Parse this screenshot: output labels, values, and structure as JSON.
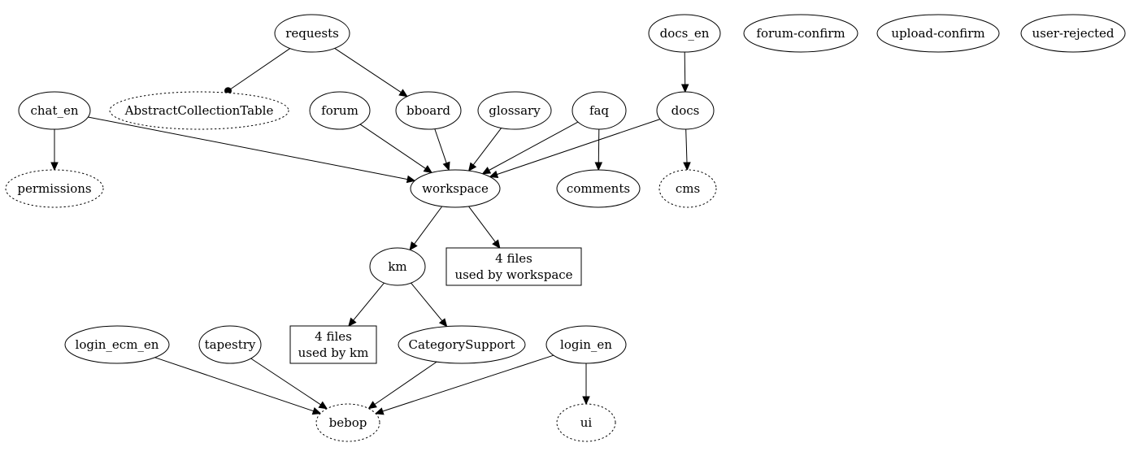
{
  "nodes": [
    {
      "id": "requests",
      "label": [
        "requests"
      ],
      "shape": "ellipse",
      "style": "solid"
    },
    {
      "id": "docs_en",
      "label": [
        "docs_en"
      ],
      "shape": "ellipse",
      "style": "solid"
    },
    {
      "id": "forum-confirm",
      "label": [
        "forum-confirm"
      ],
      "shape": "ellipse",
      "style": "solid"
    },
    {
      "id": "upload-confirm",
      "label": [
        "upload-confirm"
      ],
      "shape": "ellipse",
      "style": "solid"
    },
    {
      "id": "user-rejected",
      "label": [
        "user-rejected"
      ],
      "shape": "ellipse",
      "style": "solid"
    },
    {
      "id": "chat_en",
      "label": [
        "chat_en"
      ],
      "shape": "ellipse",
      "style": "solid"
    },
    {
      "id": "AbstractCollectionTable",
      "label": [
        "AbstractCollectionTable"
      ],
      "shape": "ellipse",
      "style": "dotted"
    },
    {
      "id": "forum",
      "label": [
        "forum"
      ],
      "shape": "ellipse",
      "style": "solid"
    },
    {
      "id": "bboard",
      "label": [
        "bboard"
      ],
      "shape": "ellipse",
      "style": "solid"
    },
    {
      "id": "glossary",
      "label": [
        "glossary"
      ],
      "shape": "ellipse",
      "style": "solid"
    },
    {
      "id": "faq",
      "label": [
        "faq"
      ],
      "shape": "ellipse",
      "style": "solid"
    },
    {
      "id": "docs",
      "label": [
        "docs"
      ],
      "shape": "ellipse",
      "style": "solid"
    },
    {
      "id": "permissions",
      "label": [
        "permissions"
      ],
      "shape": "ellipse",
      "style": "dotted"
    },
    {
      "id": "workspace",
      "label": [
        "workspace"
      ],
      "shape": "ellipse",
      "style": "solid"
    },
    {
      "id": "comments",
      "label": [
        "comments"
      ],
      "shape": "ellipse",
      "style": "solid"
    },
    {
      "id": "cms",
      "label": [
        "cms"
      ],
      "shape": "ellipse",
      "style": "dotted"
    },
    {
      "id": "km",
      "label": [
        "km"
      ],
      "shape": "ellipse",
      "style": "solid"
    },
    {
      "id": "files_workspace",
      "label": [
        "4 files",
        "used by workspace"
      ],
      "shape": "box",
      "style": "solid"
    },
    {
      "id": "files_km",
      "label": [
        "4 files",
        "used by km"
      ],
      "shape": "box",
      "style": "solid"
    },
    {
      "id": "login_ecm_en",
      "label": [
        "login_ecm_en"
      ],
      "shape": "ellipse",
      "style": "solid"
    },
    {
      "id": "tapestry",
      "label": [
        "tapestry"
      ],
      "shape": "ellipse",
      "style": "solid"
    },
    {
      "id": "CategorySupport",
      "label": [
        "CategorySupport"
      ],
      "shape": "ellipse",
      "style": "solid"
    },
    {
      "id": "login_en",
      "label": [
        "login_en"
      ],
      "shape": "ellipse",
      "style": "solid"
    },
    {
      "id": "bebop",
      "label": [
        "bebop"
      ],
      "shape": "ellipse",
      "style": "dotted"
    },
    {
      "id": "ui",
      "label": [
        "ui"
      ],
      "shape": "ellipse",
      "style": "dotted"
    }
  ],
  "edges": [
    {
      "from": "requests",
      "to": "AbstractCollectionTable",
      "head": "dot"
    },
    {
      "from": "requests",
      "to": "bboard",
      "head": "normal"
    },
    {
      "from": "docs_en",
      "to": "docs",
      "head": "normal"
    },
    {
      "from": "chat_en",
      "to": "permissions",
      "head": "normal"
    },
    {
      "from": "chat_en",
      "to": "workspace",
      "head": "normal"
    },
    {
      "from": "forum",
      "to": "workspace",
      "head": "normal"
    },
    {
      "from": "bboard",
      "to": "workspace",
      "head": "normal"
    },
    {
      "from": "glossary",
      "to": "workspace",
      "head": "normal"
    },
    {
      "from": "faq",
      "to": "workspace",
      "head": "normal"
    },
    {
      "from": "faq",
      "to": "comments",
      "head": "normal"
    },
    {
      "from": "docs",
      "to": "workspace",
      "head": "normal"
    },
    {
      "from": "docs",
      "to": "cms",
      "head": "normal"
    },
    {
      "from": "workspace",
      "to": "km",
      "head": "normal"
    },
    {
      "from": "workspace",
      "to": "files_workspace",
      "head": "normal"
    },
    {
      "from": "km",
      "to": "files_km",
      "head": "normal"
    },
    {
      "from": "km",
      "to": "CategorySupport",
      "head": "normal"
    },
    {
      "from": "login_ecm_en",
      "to": "bebop",
      "head": "normal"
    },
    {
      "from": "tapestry",
      "to": "bebop",
      "head": "normal"
    },
    {
      "from": "CategorySupport",
      "to": "bebop",
      "head": "normal"
    },
    {
      "from": "login_en",
      "to": "bebop",
      "head": "normal"
    },
    {
      "from": "login_en",
      "to": "ui",
      "head": "normal"
    }
  ]
}
